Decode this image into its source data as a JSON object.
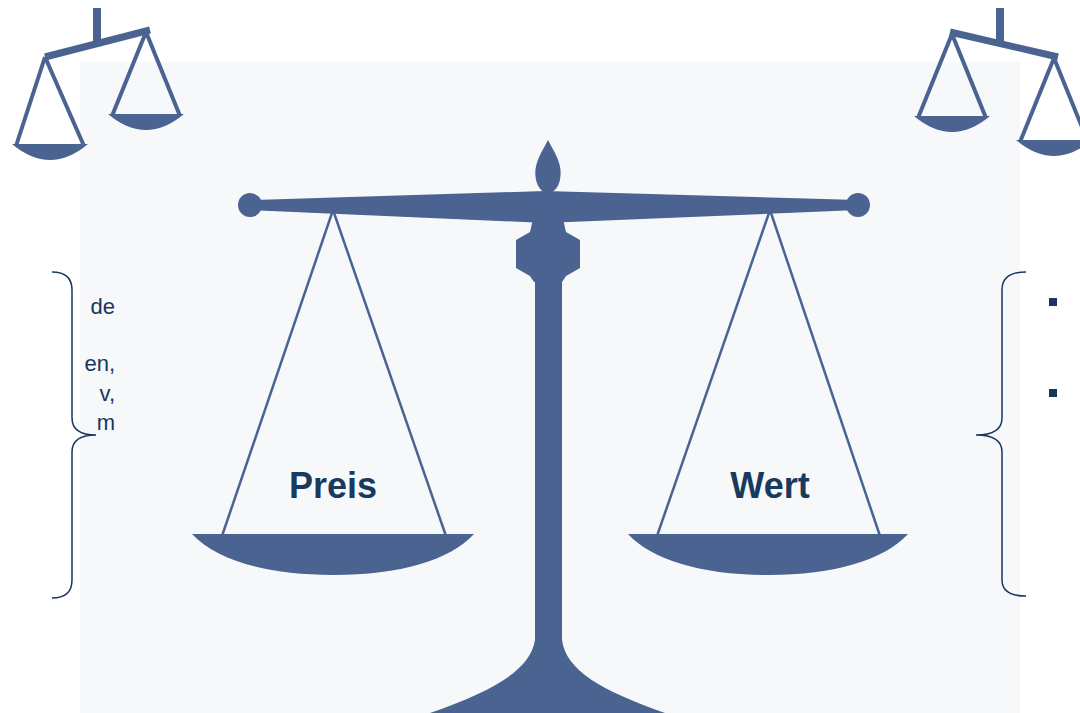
{
  "diagram": {
    "nodes": [
      {
        "text": [
          "Preis"
        ]
      },
      {
        "text": [
          "Wert"
        ]
      }
    ],
    "labels": [
      "de",
      "en,",
      "v,",
      "m"
    ]
  }
}
